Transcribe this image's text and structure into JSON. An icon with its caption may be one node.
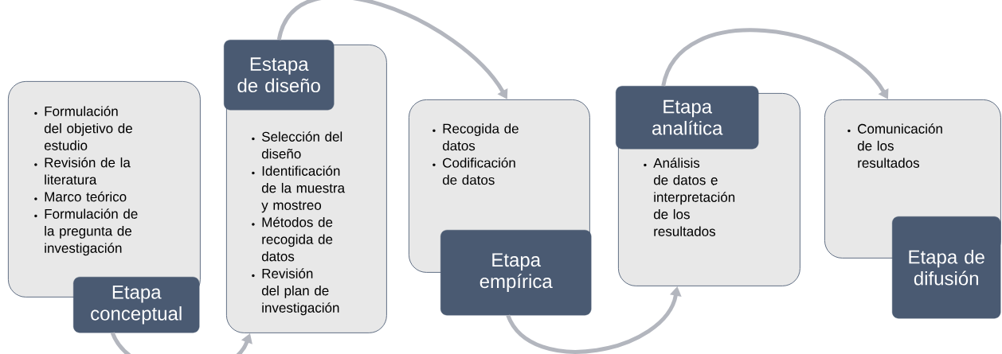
{
  "diagram": {
    "nodes": [
      {
        "text": [
          "Formulación del objetivo de estudio",
          "Revisión de la literatura",
          "Marco teórico",
          "Formulación de la pregunta de investigación"
        ]
      },
      {
        "text": [
          "Etapa conceptual"
        ]
      },
      {
        "text": [
          "Estapa de diseño"
        ]
      },
      {
        "text": [
          "Selección del diseño",
          "Identificación de la muestra y mostreo",
          "Métodos de recogida de datos",
          "Revisión del plan de investigación"
        ]
      },
      {
        "text": [
          "Recogida de datos",
          "Codificación de datos"
        ]
      },
      {
        "text": [
          "Etapa empírica"
        ]
      },
      {
        "text": [
          "Etapa analítica"
        ]
      },
      {
        "text": [
          "Análisis de datos e interpretación de los resultados"
        ]
      },
      {
        "text": [
          "Comunicación de los resultados"
        ]
      },
      {
        "text": [
          "Etapa de difusión"
        ]
      }
    ],
    "edges": [
      {
        "from": 1,
        "to": 3,
        "arrow": "to"
      },
      {
        "from": 2,
        "to": 4,
        "arrow": "to"
      },
      {
        "from": 5,
        "to": 7,
        "arrow": "to"
      },
      {
        "from": 6,
        "to": 8,
        "arrow": "to"
      }
    ]
  }
}
